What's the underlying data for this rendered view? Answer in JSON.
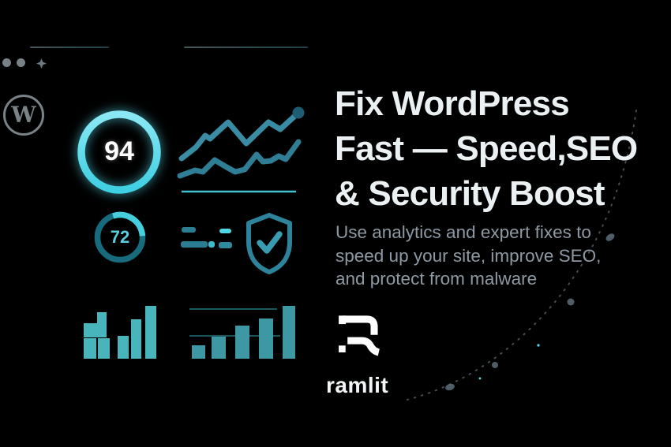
{
  "brand": {
    "wordpress_initial": "W",
    "wordmark": "ramlit"
  },
  "headline": {
    "lines": [
      "Fix WordPress",
      "Fast — Speed,SEO",
      "& Security Boost"
    ],
    "color": "#ebf0f3"
  },
  "subtext": {
    "lines": [
      "Use analytics and expert fixes to",
      "speed up your site, improve SEO,",
      "and protect from malware"
    ],
    "color": "#8e99a4"
  },
  "dashboard": {
    "main_score": "94",
    "secondary_score": "72"
  },
  "colors": {
    "background": "#000000",
    "accent_bright_cyan": "#55dcee",
    "teal_line": "#2f7e96",
    "bar_teal": "#47b5bb",
    "bar_teal_dark": "#3d98a3",
    "ring_dark_teal": "#176b7c",
    "muted_gray": "#8d999e",
    "text_white": "#f2f5f6"
  },
  "chart_data": [
    {
      "type": "line",
      "name": "traffic-trend",
      "grid": false,
      "series": [
        {
          "name": "line-upper",
          "color": "#3a8ca4",
          "points": [
            [
              5,
              73
            ],
            [
              23,
              59
            ],
            [
              35,
              44
            ],
            [
              41,
              48
            ],
            [
              64,
              27
            ],
            [
              87,
              54
            ],
            [
              115,
              27
            ],
            [
              130,
              36
            ],
            [
              153,
              15
            ]
          ],
          "end_dot": {
            "x": 153,
            "y": 15,
            "r": 7.5,
            "color": "#1d5d74"
          }
        },
        {
          "name": "line-lower",
          "color": "#2f7e96",
          "points": [
            [
              3,
              95
            ],
            [
              22,
              88
            ],
            [
              32,
              90
            ],
            [
              47,
              75
            ],
            [
              62,
              84
            ],
            [
              73,
              90
            ],
            [
              85,
              87
            ],
            [
              100,
              68
            ],
            [
              108,
              77
            ],
            [
              118,
              76
            ],
            [
              128,
              70
            ],
            [
              137,
              74
            ],
            [
              153,
              52
            ]
          ]
        }
      ],
      "underline": {
        "x1": 5,
        "y": 115,
        "x2": 150,
        "color": "#49d6e4"
      }
    },
    {
      "type": "bar",
      "name": "blocks-bars",
      "color": "#47b5bb",
      "values_relative": [
        18,
        14,
        26,
        26,
        29,
        50,
        67
      ],
      "bars": [
        {
          "x": 10,
          "y": 22,
          "w": 29,
          "h": 18
        },
        {
          "x": 27,
          "y": 8,
          "w": 12,
          "h": 14
        },
        {
          "x": 10,
          "y": 41,
          "w": 16,
          "h": 26
        },
        {
          "x": 28,
          "y": 41,
          "w": 15,
          "h": 26
        },
        {
          "x": 53,
          "y": 38,
          "w": 14,
          "h": 29
        },
        {
          "x": 70,
          "y": 17,
          "w": 13,
          "h": 50
        },
        {
          "x": 88,
          "y": 0,
          "w": 14,
          "h": 67
        }
      ]
    },
    {
      "type": "bar",
      "name": "growth-bars",
      "color": "#3d98a3",
      "grid_color": "#2f9aa6",
      "values_relative": [
        17,
        28,
        42,
        51,
        67
      ],
      "gridlines": [
        {
          "x1": 4,
          "y": 6,
          "x2": 115
        },
        {
          "x1": 4,
          "y": 40,
          "x2": 119
        }
      ],
      "bars": [
        {
          "x": 7,
          "y": 52,
          "w": 17,
          "h": 17
        },
        {
          "x": 32,
          "y": 41,
          "w": 18,
          "h": 28
        },
        {
          "x": 62,
          "y": 27,
          "w": 18,
          "h": 42
        },
        {
          "x": 92,
          "y": 18,
          "w": 18,
          "h": 51
        },
        {
          "x": 122,
          "y": 2,
          "w": 16,
          "h": 67
        }
      ]
    }
  ]
}
